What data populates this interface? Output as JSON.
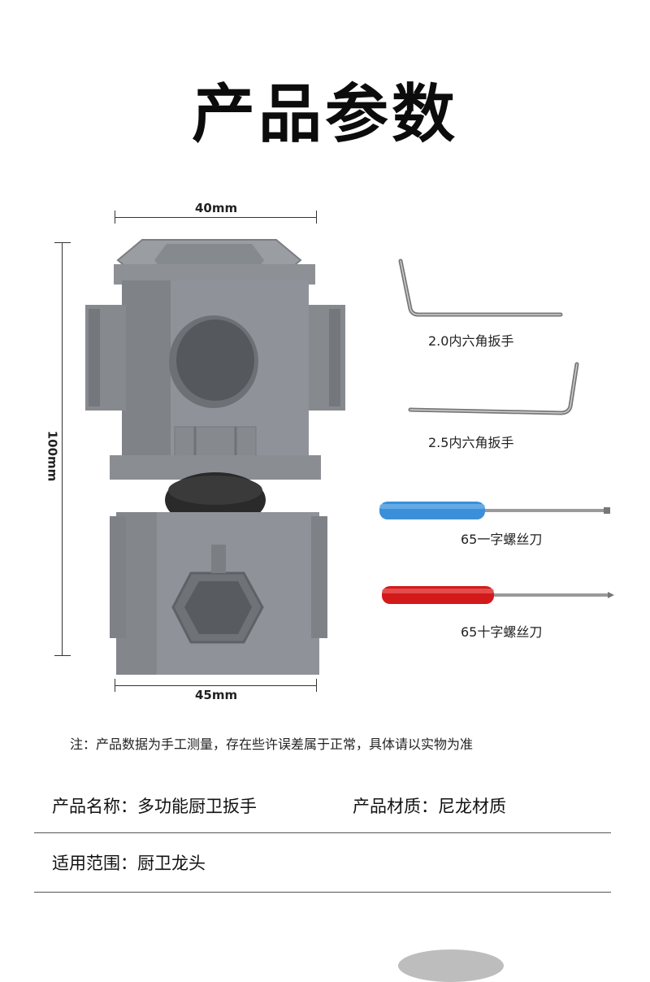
{
  "title": "产品参数",
  "dimensions": {
    "top_width": "40mm",
    "height": "100mm",
    "bottom_width": "45mm"
  },
  "tools": [
    {
      "label": "2.0内六角扳手",
      "icon": "hex-key-icon"
    },
    {
      "label": "2.5内六角扳手",
      "icon": "hex-key-icon"
    },
    {
      "label": "65一字螺丝刀",
      "icon": "flathead-screwdriver-icon",
      "handle_color": "#3b8fd8"
    },
    {
      "label": "65十字螺丝刀",
      "icon": "phillips-screwdriver-icon",
      "handle_color": "#d21a1a"
    }
  ],
  "note": "注：产品数据为手工测量，存在些许误差属于正常，具体请以实物为准",
  "specs": {
    "name": "产品名称：多功能厨卫扳手",
    "material": "产品材质：尼龙材质",
    "usage": "适用范围：厨卫龙头"
  },
  "colors": {
    "product_gray": "#8f9399",
    "text": "#111111"
  }
}
